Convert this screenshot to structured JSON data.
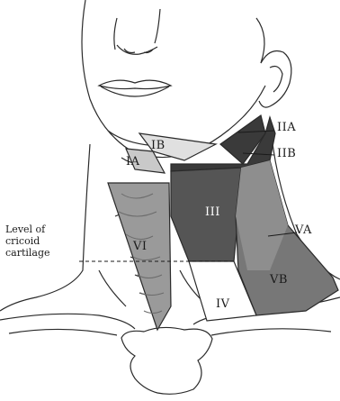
{
  "labels": {
    "IA": "IA",
    "IB": "IB",
    "IIA": "IIA",
    "IIB": "IIB",
    "III": "III",
    "IV": "IV",
    "VA": "VA",
    "VB": "VB",
    "VI": "VI"
  },
  "cricoid_label": {
    "line1": "Level of",
    "line2": "cricoid",
    "line3": "cartilage"
  },
  "colors": {
    "outline": "#2a2a2a",
    "level_IIB": "#3a3a3a",
    "level_III": "#555555",
    "level_VB": "#777777",
    "level_VI": "#9a9a9a",
    "level_IA": "#c9c9c9",
    "level_IB": "#e0e0e0"
  }
}
